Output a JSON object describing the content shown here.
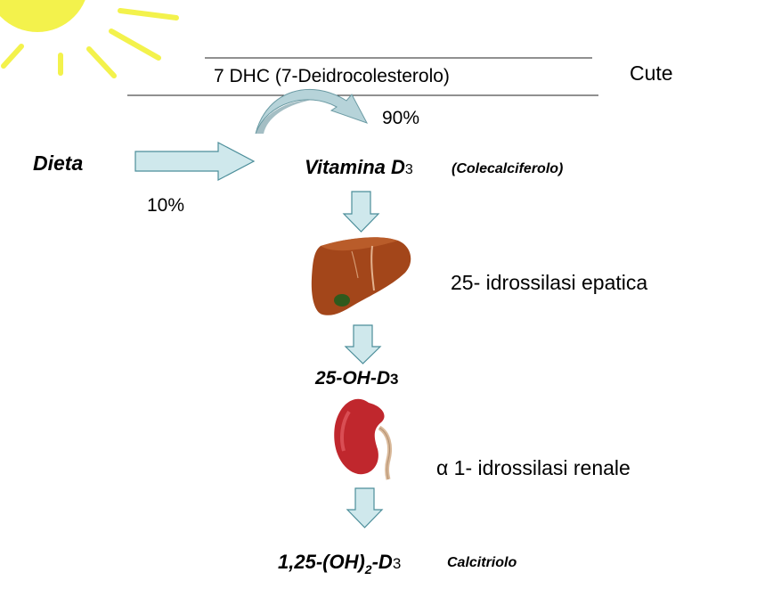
{
  "skin": {
    "precursor": "7 DHC (7-Deidrocolesterolo)",
    "label": "Cute",
    "percent": "90%"
  },
  "diet": {
    "label": "Dieta",
    "percent": "10%"
  },
  "vitamin_d3": {
    "name": "Vitamina D",
    "sub": "3",
    "synonym": "(Colecalciferolo)"
  },
  "liver": {
    "enzyme": "25- idrossilasi epatica"
  },
  "calcidiol": {
    "name": "25-OH-D",
    "sub": "3"
  },
  "kidney": {
    "enzyme": "α 1- idrossilasi renale"
  },
  "calcitriol": {
    "formula_a": "1,25-(OH)",
    "formula_sub2": "2",
    "formula_b": "-D",
    "formula_sub3": "3",
    "name": "Calcitriolo"
  },
  "colors": {
    "sun": "#f2f24a",
    "arrow_fill": "#cfe8ec",
    "arrow_stroke": "#4c8e9a",
    "curved_arrow": "#b9d6dc",
    "curved_arrow_dark": "#8fb3bb",
    "liver": "#a3461a",
    "kidney": "#c0272d"
  }
}
